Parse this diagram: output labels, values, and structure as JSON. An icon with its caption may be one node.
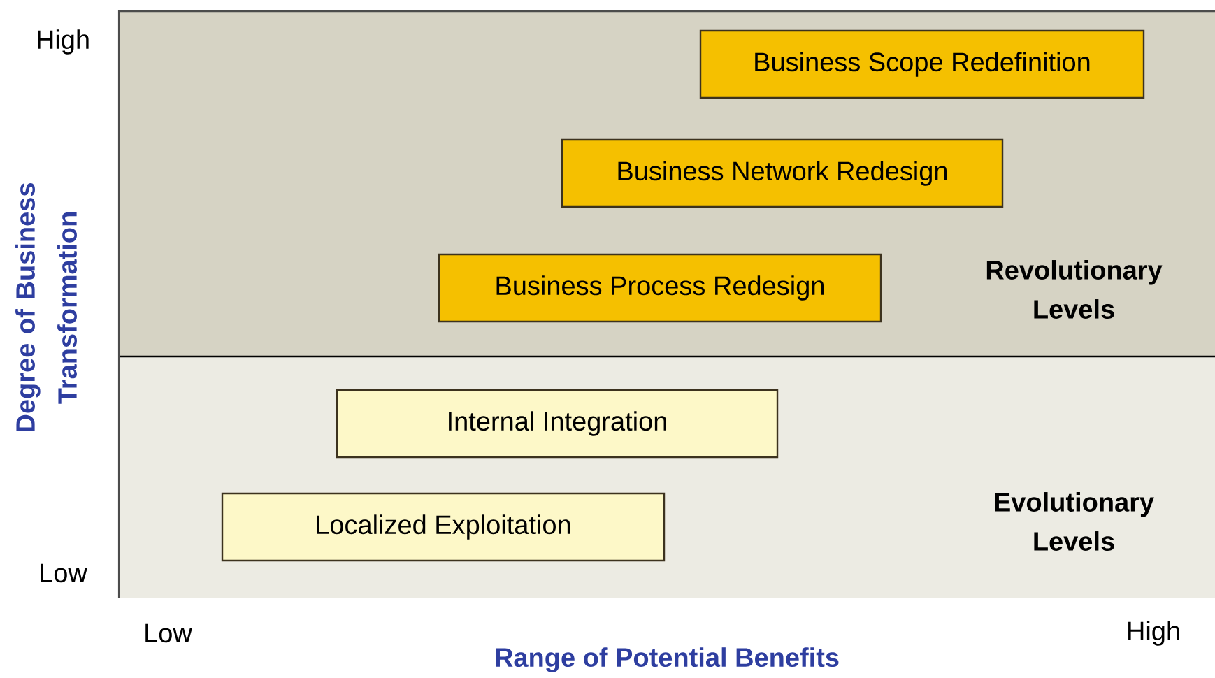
{
  "diagram": {
    "nodes": [
      {
        "text": [
          "Revolutionary Levels"
        ]
      },
      {
        "text": [
          "Business Scope Redefinition"
        ],
        "in": 0
      },
      {
        "text": [
          "Business Network Redesign"
        ],
        "in": 0
      },
      {
        "text": [
          "Business Process Redesign"
        ],
        "in": 0
      },
      {
        "text": [
          "Evolutionary Levels"
        ]
      },
      {
        "text": [
          "Internal Integration"
        ],
        "in": 4
      },
      {
        "text": [
          "Localized Exploitation"
        ],
        "in": 4
      }
    ],
    "labels": [
      "High",
      "Degree of Business Transformation",
      "Low",
      "Low",
      "High",
      "Range of Potential Benefits"
    ]
  }
}
